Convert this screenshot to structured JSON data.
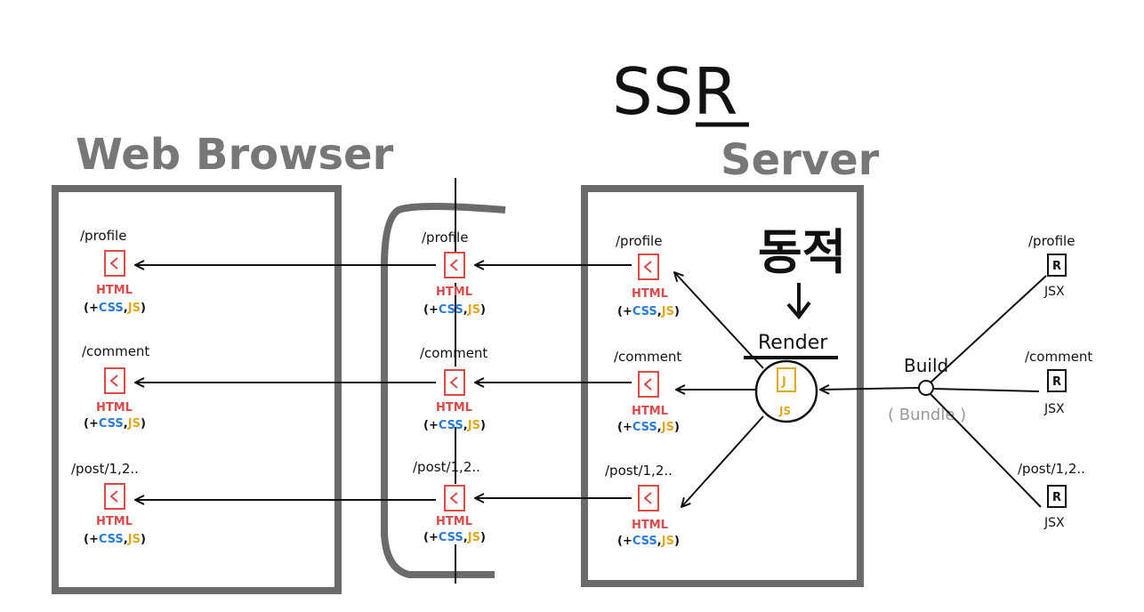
{
  "title": {
    "prefix": "SS",
    "emphasis": "R"
  },
  "browser": {
    "title": "Web Browser",
    "items": [
      {
        "route": "/profile",
        "file": "HTML",
        "deps_open": "(+",
        "css": "CSS",
        "sep": ",",
        "js": "JS",
        "deps_close": ")"
      },
      {
        "route": "/comment",
        "file": "HTML",
        "deps_open": "(+",
        "css": "CSS",
        "sep": ",",
        "js": "JS",
        "deps_close": ")"
      },
      {
        "route": "/post/1,2..",
        "file": "HTML",
        "deps_open": "(+",
        "css": "CSS",
        "sep": ",",
        "js": "JS",
        "deps_close": ")"
      }
    ]
  },
  "middle": {
    "items": [
      {
        "route": "/profile",
        "file": "HTML",
        "deps_open": "(+",
        "css": "CSS",
        "sep": ",",
        "js": "JS",
        "deps_close": ")"
      },
      {
        "route": "/comment",
        "file": "HTML",
        "deps_open": "(+",
        "css": "CSS",
        "sep": ",",
        "js": "JS",
        "deps_close": ")"
      },
      {
        "route": "/post/1,2..",
        "file": "HTML",
        "deps_open": "(+",
        "css": "CSS",
        "sep": ",",
        "js": "JS",
        "deps_close": ")"
      }
    ]
  },
  "server": {
    "title": "Server",
    "dynamic": "동적",
    "render": "Render",
    "render_file": "JS",
    "items": [
      {
        "route": "/profile",
        "file": "HTML",
        "deps_open": "(+",
        "css": "CSS",
        "sep": ",",
        "js": "JS",
        "deps_close": ")"
      },
      {
        "route": "/comment",
        "file": "HTML",
        "deps_open": "(+",
        "css": "CSS",
        "sep": ",",
        "js": "JS",
        "deps_close": ")"
      },
      {
        "route": "/post/1,2..",
        "file": "HTML",
        "deps_open": "(+",
        "css": "CSS",
        "sep": ",",
        "js": "JS",
        "deps_close": ")"
      }
    ]
  },
  "build": {
    "label": "Build",
    "sublabel": "( Bundle )"
  },
  "sources": [
    {
      "route": "/profile",
      "file": "JSX",
      "icon_letter": "R"
    },
    {
      "route": "/comment",
      "file": "JSX",
      "icon_letter": "R"
    },
    {
      "route": "/post/1,2..",
      "file": "JSX",
      "icon_letter": "R"
    }
  ],
  "colors": {
    "html": "#d94a4a",
    "css": "#2a7bd6",
    "js": "#e0a81c",
    "frame": "#6b6b6b",
    "ink": "#111111"
  }
}
